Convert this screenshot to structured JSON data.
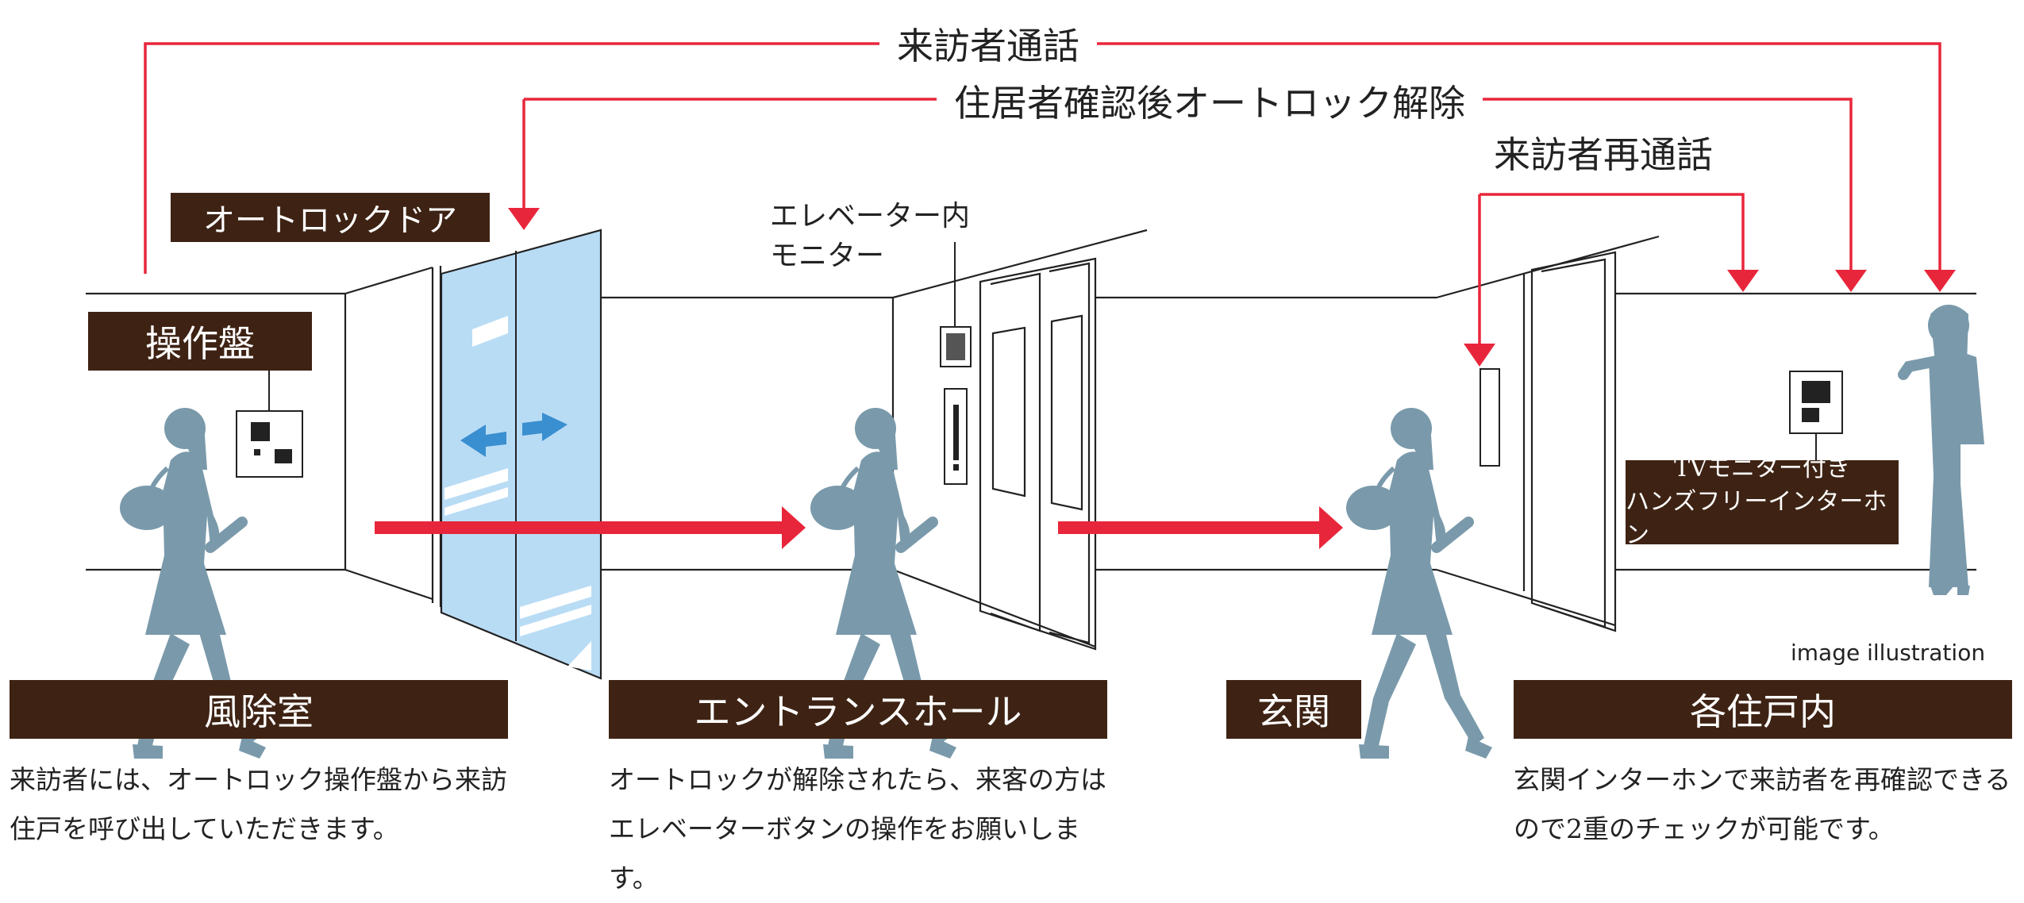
{
  "flow_labels": {
    "visitor_call": "来訪者通話",
    "unlock_after_confirm": "住居者確認後オートロック解除",
    "visitor_recall": "来訪者再通話"
  },
  "callouts": {
    "autolock_door": "オートロックドア",
    "control_panel": "操作盤",
    "elevator_monitor_line1": "エレベーター内",
    "elevator_monitor_line2": "モニター",
    "intercom_line1": "TVモニター付き",
    "intercom_line2": "ハンズフリーインターホン"
  },
  "stages": [
    {
      "title": "風除室",
      "description": "来訪者には、オートロック操作盤から来訪住戸を呼び出していただきます。"
    },
    {
      "title": "エントランスホール",
      "description": "オートロックが解除されたら、来客の方はエレベーターボタンの操作をお願いします。"
    },
    {
      "title": "玄関",
      "description": ""
    },
    {
      "title": "各住戸内",
      "description": "玄関インターホンで来訪者を再確認できるので2重のチェックが可能です。"
    }
  ],
  "credit": "image illustration",
  "colors": {
    "arrow": "#e8263b",
    "label_bg": "#3e2314",
    "figure": "#7a9aab",
    "glass": "#b9dcf5",
    "slide_arrow": "#3a8fd0"
  }
}
